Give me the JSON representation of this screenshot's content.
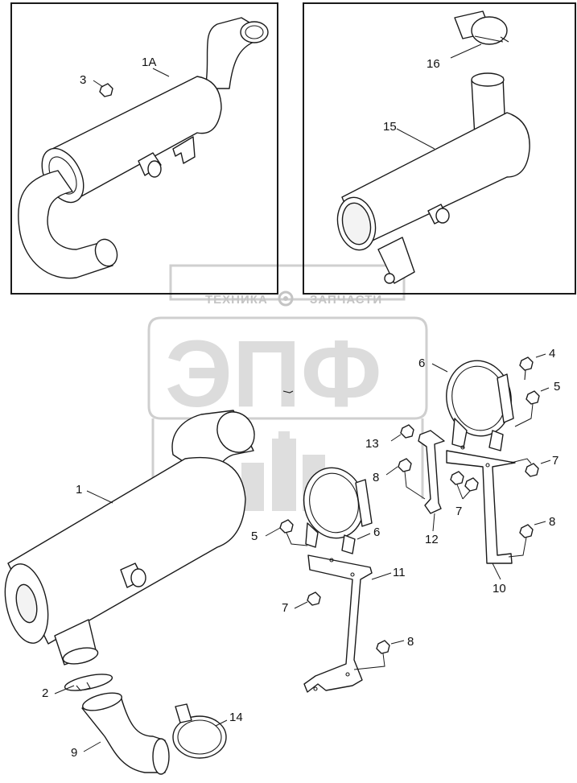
{
  "watermark": {
    "top_left": "ТЕХНИКА",
    "top_right": "ЗАПЧАСТИ",
    "logo": "ЭПФ"
  },
  "callouts": {
    "c_1A": "1A",
    "c_3": "3",
    "c_16": "16",
    "c_15": "15",
    "c_6a": "6",
    "c_4": "4",
    "c_5a": "5",
    "c_13": "13",
    "c_7a": "7",
    "c_8a": "8",
    "c_7b": "7",
    "c_12": "12",
    "c_8b": "8",
    "c_1": "1",
    "c_5b": "5",
    "c_6b": "6",
    "c_10": "10",
    "c_11": "11",
    "c_7c": "7",
    "c_8c": "8",
    "c_2": "2",
    "c_14": "14",
    "c_9": "9"
  }
}
